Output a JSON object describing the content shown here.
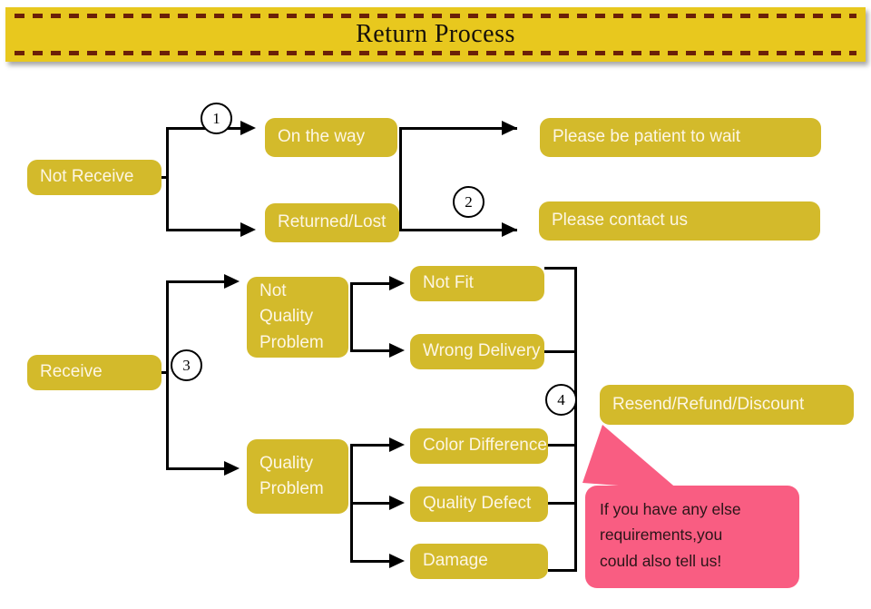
{
  "header": {
    "title": "Return Process",
    "banner_color": "#e8c81e",
    "dash_color": "#6b2008"
  },
  "theme": {
    "node_color": "#d3ba2b",
    "node_text_color": "#fdf6e4",
    "callout_color": "#f95d82",
    "line_color": "#000000",
    "background": "#ffffff"
  },
  "flow": {
    "nodes": [
      {
        "id": "not-receive",
        "label": "Not Receive"
      },
      {
        "id": "on-the-way",
        "label": "On the way"
      },
      {
        "id": "returned-lost",
        "label": "Returned/Lost"
      },
      {
        "id": "please-be-patient",
        "label": "Please be patient to wait"
      },
      {
        "id": "please-contact-us",
        "label": "Please contact us"
      },
      {
        "id": "receive",
        "label": "Receive"
      },
      {
        "id": "not-quality-problem",
        "label": "Not Quality Problem"
      },
      {
        "id": "quality-problem",
        "label": "Quality Problem"
      },
      {
        "id": "not-fit",
        "label": "Not Fit"
      },
      {
        "id": "wrong-delivery",
        "label": "Wrong Delivery"
      },
      {
        "id": "color-difference",
        "label": "Color Difference"
      },
      {
        "id": "quality-defect",
        "label": "Quality Defect"
      },
      {
        "id": "damage",
        "label": "Damage"
      },
      {
        "id": "resend-refund-discount",
        "label": "Resend/Refund/Discount"
      }
    ],
    "step_markers": [
      {
        "id": "step-1",
        "label": "1"
      },
      {
        "id": "step-2",
        "label": "2"
      },
      {
        "id": "step-3",
        "label": "3"
      },
      {
        "id": "step-4",
        "label": "4"
      }
    ]
  },
  "callout": {
    "line1": "If you have any else",
    "line2": "requirements,you",
    "line3": "could also tell us!"
  }
}
